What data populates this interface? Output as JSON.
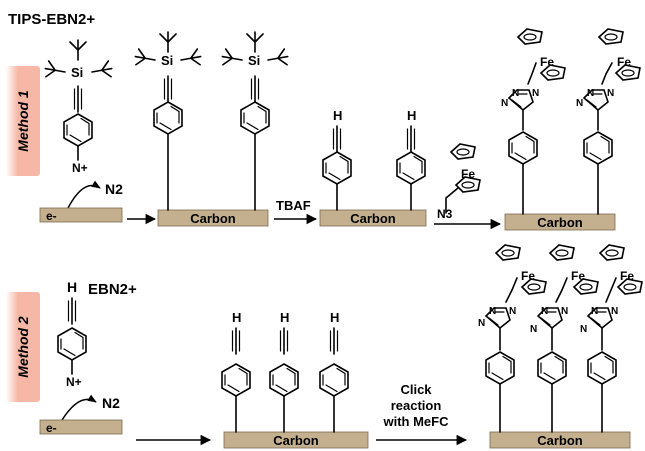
{
  "methods": {
    "m1": "Method 1",
    "m2": "Method 2"
  },
  "reagents": {
    "tips_ebn2": "TIPS-EBN2+",
    "ebn2": "EBN2+",
    "tbaf": "TBAF",
    "n3": "N3",
    "click_l1": "Click",
    "click_l2": "reaction",
    "click_l3": "with MeFC"
  },
  "atoms": {
    "si": "Si",
    "h": "H",
    "fe": "Fe",
    "n": "N",
    "n_plus": "N+",
    "n2": "N2",
    "electron": "e-"
  },
  "surface": {
    "carbon": "Carbon"
  },
  "colors": {
    "plate": "#c4b08e",
    "method_badge": "#f6b7a6",
    "method_text": "#a0002a"
  }
}
